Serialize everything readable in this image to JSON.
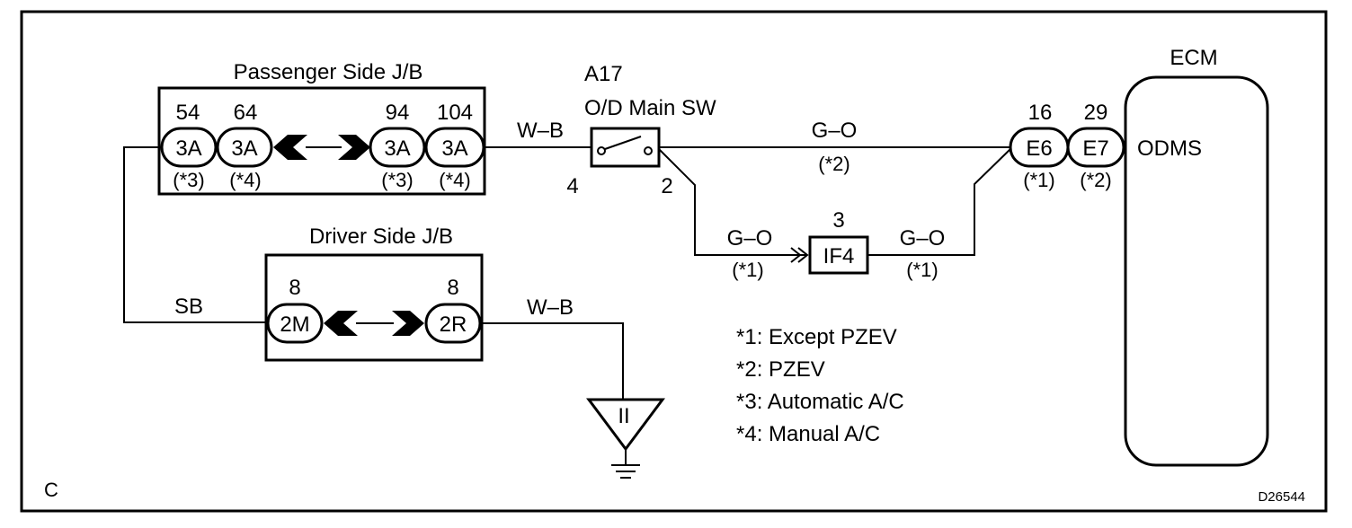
{
  "diagram": {
    "section_letter": "C",
    "figure_id": "D26544",
    "passenger_jb": {
      "title": "Passenger Side J/B",
      "connectors": [
        {
          "pin": "54",
          "code": "3A",
          "note": "(*3)"
        },
        {
          "pin": "64",
          "code": "3A",
          "note": "(*4)"
        },
        {
          "pin": "94",
          "code": "3A",
          "note": "(*3)"
        },
        {
          "pin": "104",
          "code": "3A",
          "note": "(*4)"
        }
      ]
    },
    "switch": {
      "code": "A17",
      "name": "O/D Main SW",
      "pin_left": "4",
      "pin_right": "2"
    },
    "wires": {
      "jb_to_switch": "W–B",
      "switch_to_ecm": "G–O",
      "switch_to_ecm_note": "(*2)",
      "switch_to_if4": "G–O",
      "switch_to_if4_note": "(*1)",
      "if4_to_ecm": "G–O",
      "if4_to_ecm_note": "(*1)",
      "jb_link": "SB",
      "to_ground": "W–B"
    },
    "if4": {
      "pin": "3",
      "code": "IF4"
    },
    "ecm": {
      "title": "ECM",
      "terminal": "ODMS",
      "connectors": [
        {
          "pin": "16",
          "code": "E6",
          "note": "(*1)"
        },
        {
          "pin": "29",
          "code": "E7",
          "note": "(*2)"
        }
      ]
    },
    "driver_jb": {
      "title": "Driver Side J/B",
      "connectors": [
        {
          "pin": "8",
          "code": "2M"
        },
        {
          "pin": "8",
          "code": "2R"
        }
      ]
    },
    "ground": {
      "label": "II"
    },
    "notes": [
      "*1: Except PZEV",
      "*2: PZEV",
      "*3: Automatic A/C",
      "*4: Manual A/C"
    ]
  }
}
